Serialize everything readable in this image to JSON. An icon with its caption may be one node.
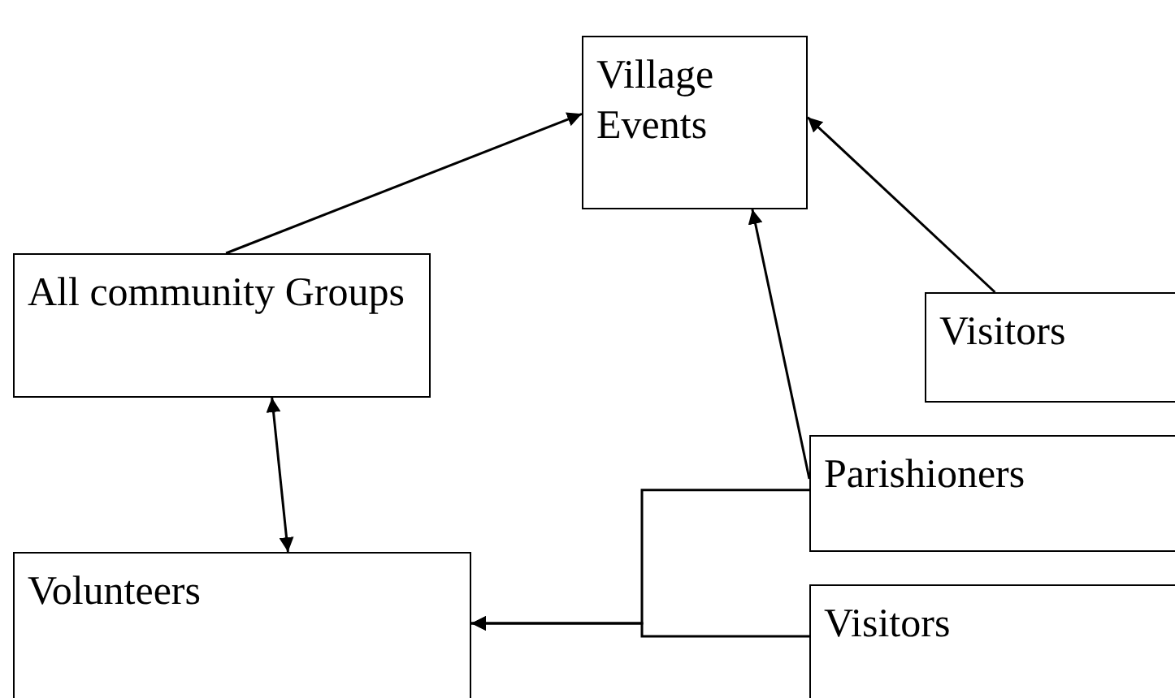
{
  "diagram": {
    "nodes": [
      {
        "text": [
          "Village Events"
        ]
      },
      {
        "text": [
          "All community Groups"
        ]
      },
      {
        "text": [
          "Visitors"
        ]
      },
      {
        "text": [
          "Parishioners"
        ]
      },
      {
        "text": [
          "Volunteers"
        ]
      },
      {
        "text": [
          "Visitors"
        ]
      }
    ],
    "edges": [
      {
        "from": 1,
        "to": 0,
        "arrow": "to"
      },
      {
        "from": 2,
        "to": 0,
        "arrow": "to"
      },
      {
        "from": 3,
        "to": 0,
        "arrow": "to"
      },
      {
        "from": 1,
        "to": 4,
        "arrow": "both"
      },
      {
        "from": 3,
        "to": 4,
        "arrow": "to"
      },
      {
        "from": 5,
        "to": 4,
        "arrow": "to"
      }
    ]
  }
}
